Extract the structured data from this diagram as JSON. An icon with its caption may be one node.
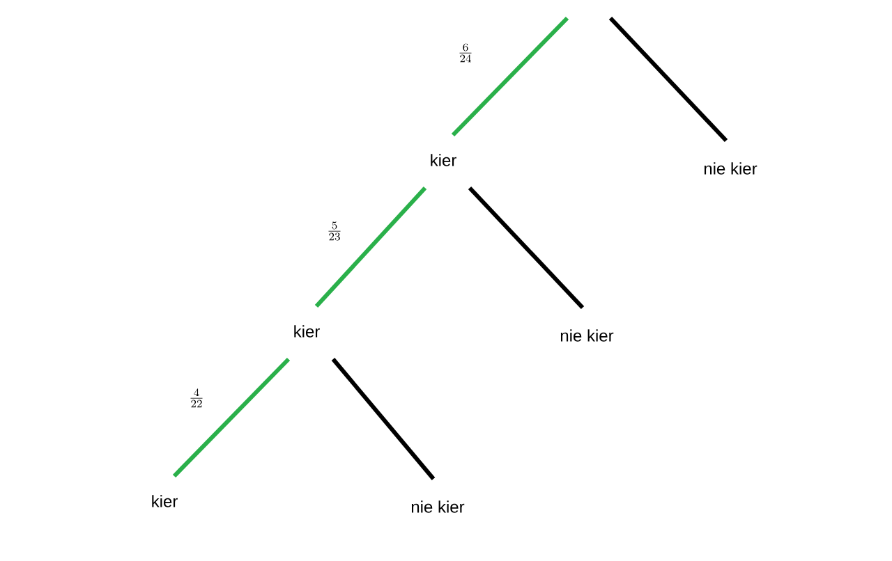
{
  "diagram": {
    "nodes": [
      {
        "text": [
          "kier"
        ]
      },
      {
        "text": [
          "nie kier"
        ]
      },
      {
        "text": [
          "kier"
        ]
      },
      {
        "text": [
          "nie kier"
        ]
      },
      {
        "text": [
          "kier"
        ]
      },
      {
        "text": [
          "nie kier"
        ]
      }
    ],
    "edges": [
      {
        "from": null,
        "to": 0,
        "arrow": "none",
        "label": "\\frac{6}{24}",
        "color": "#2ab04a"
      },
      {
        "from": null,
        "to": 1,
        "arrow": "none",
        "color": "#000000"
      },
      {
        "from": 0,
        "to": 2,
        "arrow": "none",
        "label": "\\frac{5}{23}",
        "color": "#2ab04a"
      },
      {
        "from": 0,
        "to": 3,
        "arrow": "none",
        "color": "#000000"
      },
      {
        "from": 2,
        "to": 4,
        "arrow": "none",
        "label": "\\frac{4}{22}",
        "color": "#2ab04a"
      },
      {
        "from": 2,
        "to": 5,
        "arrow": "none",
        "color": "#000000"
      }
    ]
  }
}
